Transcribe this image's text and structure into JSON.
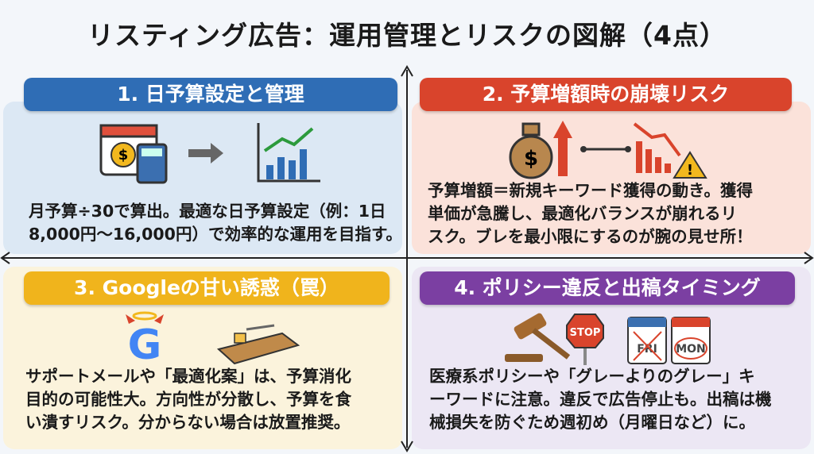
{
  "title": "リスティング広告：運用管理とリスクの図解（4点）",
  "quadrants": [
    {
      "heading": "1. 日予算設定と管理",
      "body": "月予算÷30で算出。最適な日予算設定（例：1日\n8,000円〜16,000円）で効率的な運用を目指す。",
      "color": "#2f6db5"
    },
    {
      "heading": "2. 予算増額時の崩壊リスク",
      "body": "予算増額＝新規キーワード獲得の動き。獲得\n 単価が急騰し、最適化バランスが崩れるリ\nスク。ブレを最小限にするのが腕の見せ所！",
      "color": "#d9442c"
    },
    {
      "heading": "3. Googleの甘い誘惑（罠）",
      "body": "サポートメールや「最適化案」は、予算消化\n目的の可能性大。方向性が分散し、予算を食\nい潰すリスク。分からない場合は放置推奨。",
      "color": "#f0b41c"
    },
    {
      "heading": "4. ポリシー違反と出稿タイミング",
      "body": "医療系ポリシーや「グレーよりのグレー」キ\nーワードに注意。違反で広告停止も。出稿は機\n械損失を防ぐため週初め（月曜日など）に。",
      "color": "#7b3fa2"
    }
  ],
  "icon_text": {
    "dollar": "$",
    "stop": "STOP",
    "fri": "FRI",
    "mon": "MON",
    "google": "G"
  }
}
